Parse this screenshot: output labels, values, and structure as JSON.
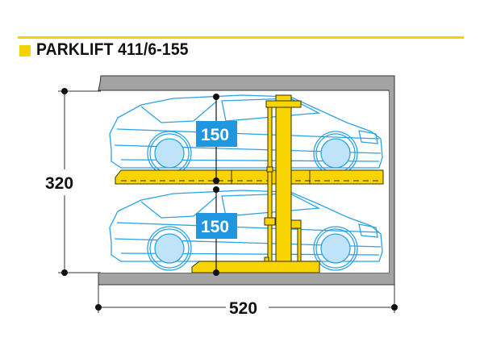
{
  "header": {
    "title": "PARKLIFT 411/6-155",
    "accent_color": "#f5d300"
  },
  "diagram": {
    "type": "side-elevation",
    "levels": [
      {
        "position": "upper",
        "clear_height": "150",
        "badge_color": "#1e96e0"
      },
      {
        "position": "lower",
        "clear_height": "150",
        "badge_color": "#1e96e0"
      }
    ],
    "dimensions": {
      "total_height": "320",
      "total_depth": "520"
    },
    "colors": {
      "platform": "#f8d400",
      "car_outline": "#2aa3e6",
      "concrete": "#a3a3a3",
      "dimension_line": "#111111"
    }
  }
}
